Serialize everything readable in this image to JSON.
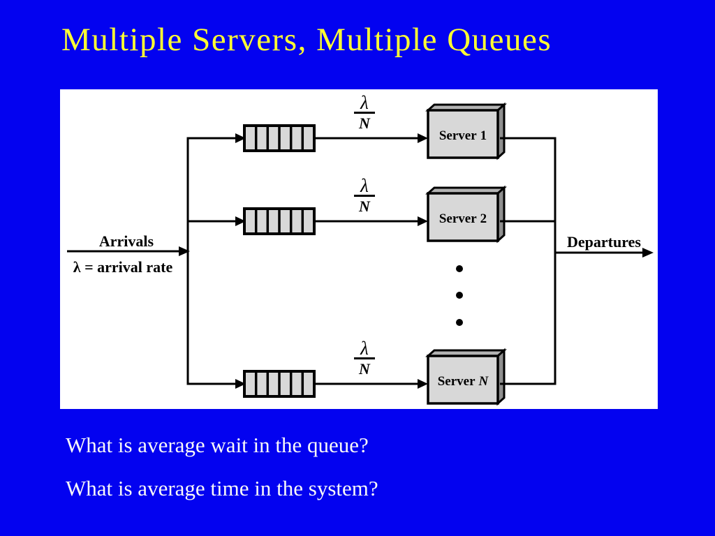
{
  "title": "Multiple Servers, Multiple Queues",
  "colors": {
    "background": "#0302F0",
    "title_text": "#FFFF33",
    "panel": "#FFFFFF",
    "body_text": "#F8F8F8",
    "diagram_line": "#000000",
    "queue_fill": "#D8D8D8",
    "server_front": "#D8D8D8",
    "server_top": "#B3B3B3",
    "server_side": "#8F8F8F"
  },
  "diagram": {
    "arrivals_label": "Arrivals",
    "arrival_rate_label": "λ = arrival rate",
    "departures_label": "Departures",
    "fraction": {
      "numerator": "λ",
      "denominator": "N"
    },
    "rows": [
      {
        "server_prefix": "Server",
        "server_suffix": "1",
        "suffix_style": "normal"
      },
      {
        "server_prefix": "Server",
        "server_suffix": "2",
        "suffix_style": "normal"
      },
      {
        "server_prefix": "Server",
        "server_suffix": "N",
        "suffix_style": "italic"
      }
    ],
    "ellipsis_dot_count": 3
  },
  "questions": [
    "What is average wait in the queue?",
    "What is average time in the system?"
  ]
}
